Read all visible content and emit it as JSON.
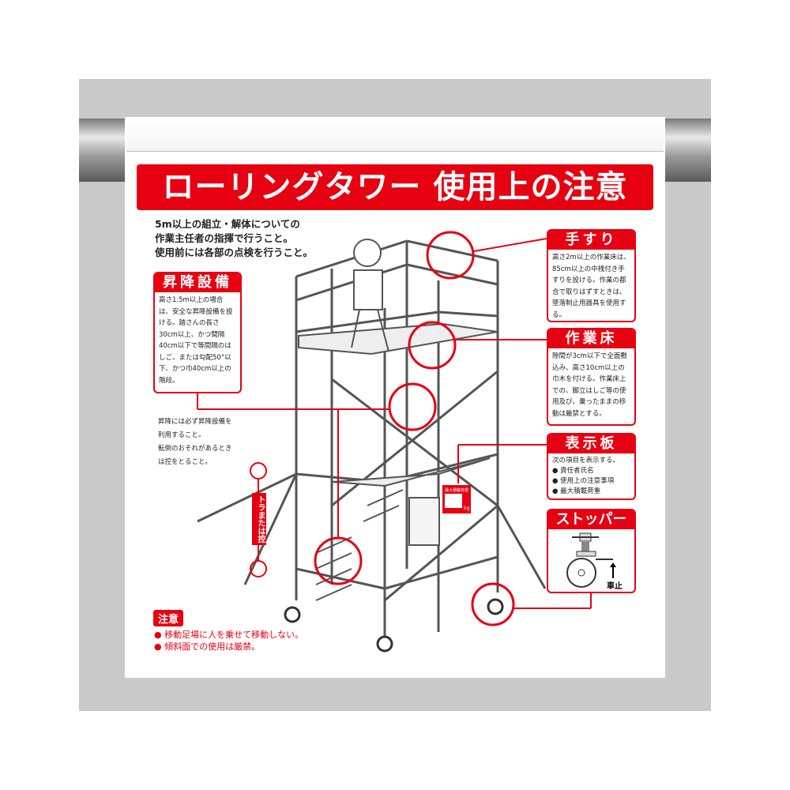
{
  "title": "ローリングタワー 使用上の注意",
  "intro": [
    "5m以上の組立・解体についての",
    "作業主任者の指揮で行うこと。",
    "使用前には各部の点検を行うこと。"
  ],
  "boxes": {
    "ladder": {
      "title": "昇降設備",
      "text": "高さ1.5m以上の場合は、安全な昇降設備を設ける。踏さんの長さ30cm以上、かつ間隔40cm以下で等間隔のはしご、または勾配50°以下、かつ巾40cm以上の階段。"
    },
    "handrail": {
      "title": "手すり",
      "text": "高さ2m以上の作業床は、85cm以上の中桟付き手すりを設ける。作業の都合で取りはずすときは、墜落制止用器具を使用する。"
    },
    "floor": {
      "title": "作業床",
      "text": "隙間が3cm以下で全面敷込み、高さ10cm以上の巾木を付ける。作業床上での、脚立はしご等の使用及び、乗ったままの移動は厳禁とする。"
    },
    "display": {
      "title": "表示板",
      "lead": "次の項目を表示する。",
      "items": [
        "● 責任者氏名",
        "● 使用上の注意事項",
        "● 最大積載荷重"
      ]
    },
    "stopper": {
      "title": "ストッパー",
      "label": "車止"
    }
  },
  "note_small": [
    "昇降には必ず昇降設備を",
    "利用すること。",
    "転倒のおそれがあるとき",
    "は控をとること。"
  ],
  "tora_label": "トラまたは控",
  "load_sign": {
    "title": "最大積載荷重",
    "unit": "kg"
  },
  "caution": {
    "label": "注意",
    "items": [
      "● 移動足場に人を乗せて移動しない。",
      "● 傾斜面での使用は厳禁。"
    ]
  },
  "colors": {
    "accent": "#e60012",
    "panel": "#c9c9c9"
  }
}
